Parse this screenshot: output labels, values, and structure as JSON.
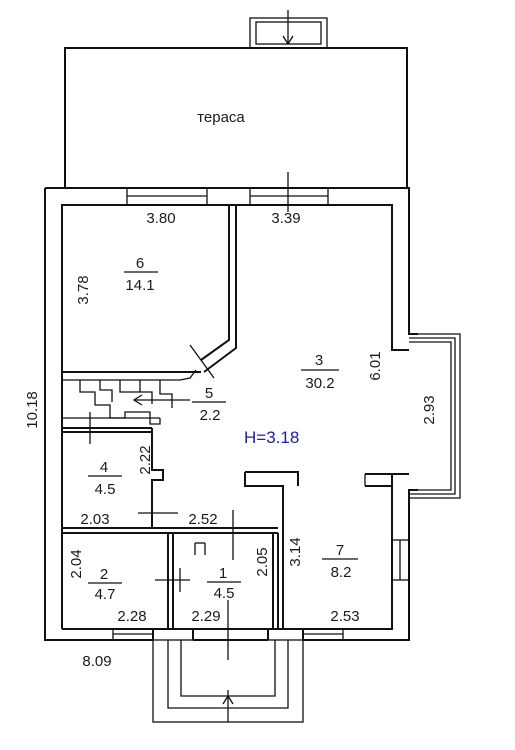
{
  "terrace": "тераса",
  "height_label": "H=3.18",
  "overall": {
    "width": "8.09",
    "height": "10.18"
  },
  "rooms": [
    {
      "num": "6",
      "area": "14.1"
    },
    {
      "num": "3",
      "area": "30.2"
    },
    {
      "num": "5",
      "area": "2.2"
    },
    {
      "num": "4",
      "area": "4.5"
    },
    {
      "num": "2",
      "area": "4.7"
    },
    {
      "num": "1",
      "area": "4.5"
    },
    {
      "num": "7",
      "area": "8.2"
    }
  ],
  "dims": {
    "r6_width": "3.80",
    "r6_height": "3.78",
    "r3_width": "3.39",
    "r3_height": "6.01",
    "bay": "2.93",
    "r4_height": "2.22",
    "r4_width": "2.03",
    "hall_width": "2.52",
    "r2_height": "2.04",
    "r2_width": "2.28",
    "r1_width": "2.29",
    "r1_height": "2.05",
    "r7_height": "3.14",
    "r7_width": "2.53"
  },
  "colors": {
    "line": "#111111",
    "text": "#1a1a1a",
    "accent": "#20209a"
  }
}
